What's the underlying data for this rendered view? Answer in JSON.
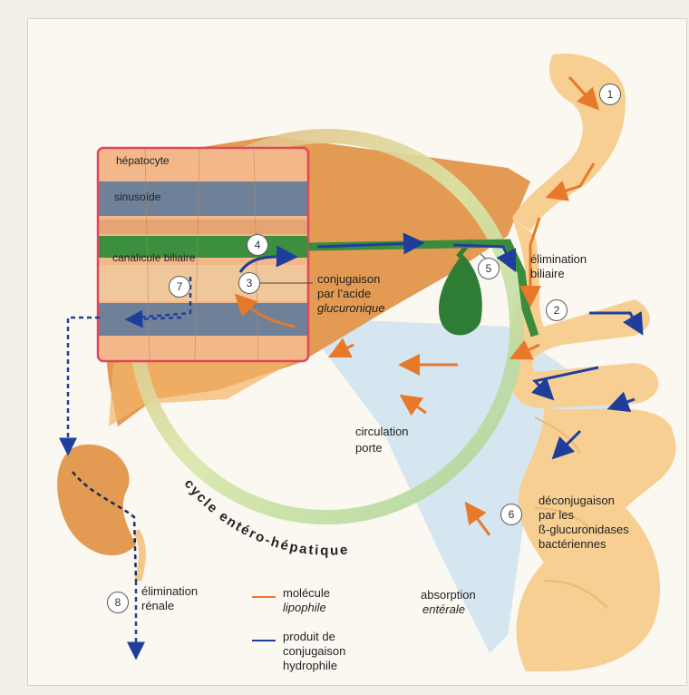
{
  "labels": {
    "hepatocyte": "hépatocyte",
    "sinusoide": "sinusoïde",
    "canalicule": "canalicule biliaire",
    "conjugaison_l1": "conjugaison",
    "conjugaison_l2": "par l’acide",
    "conjugaison_l3": "glucuronique",
    "elimination_biliaire_l1": "élimination",
    "elimination_biliaire_l2": "biliaire",
    "circulation_l1": "circulation",
    "circulation_l2": "porte",
    "cycle": "cycle entéro-hépatique",
    "deconj_l1": "déconjugaison",
    "deconj_l2": "par les",
    "deconj_l3": "ß-glucuronidases",
    "deconj_l4": "bactériennes",
    "elimination_renale_l1": "élimination",
    "elimination_renale_l2": "rénale",
    "absorption_l1": "absorption",
    "absorption_l2": "entérale"
  },
  "legend": {
    "lipophile_l1": "molécule",
    "lipophile_l2": "lipophile",
    "hydrophile_l1": "produit de",
    "hydrophile_l2": "conjugaison",
    "hydrophile_l3": "hydrophile"
  },
  "steps": [
    "1",
    "2",
    "3",
    "4",
    "5",
    "6",
    "7",
    "8"
  ],
  "colors": {
    "orange_arrow": "#e8782a",
    "blue_arrow": "#1f3e9c",
    "liver": "#e39a52",
    "gut": "#f7cf92",
    "bile_green": "#3a8c3c",
    "portal_blue": "#cfe3f1",
    "cycle_ring": "#c9df8e",
    "inset_border": "#e0475b"
  }
}
